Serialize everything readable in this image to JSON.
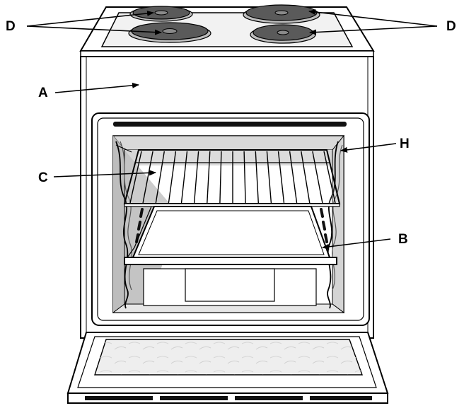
{
  "labels": {
    "a": "A",
    "b": "B",
    "c": "C",
    "d_left": "D",
    "d_right": "D",
    "h": "H"
  }
}
